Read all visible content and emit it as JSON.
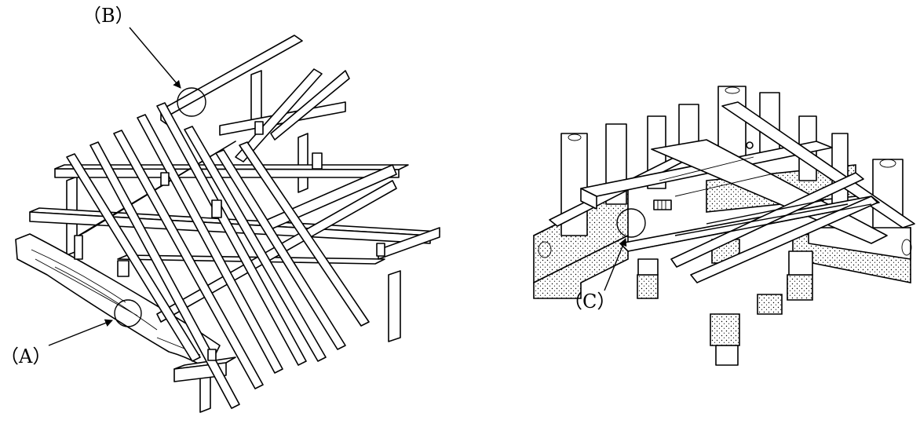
{
  "labels": {
    "a": "（A）",
    "b": "（B）",
    "c": "（C）"
  }
}
